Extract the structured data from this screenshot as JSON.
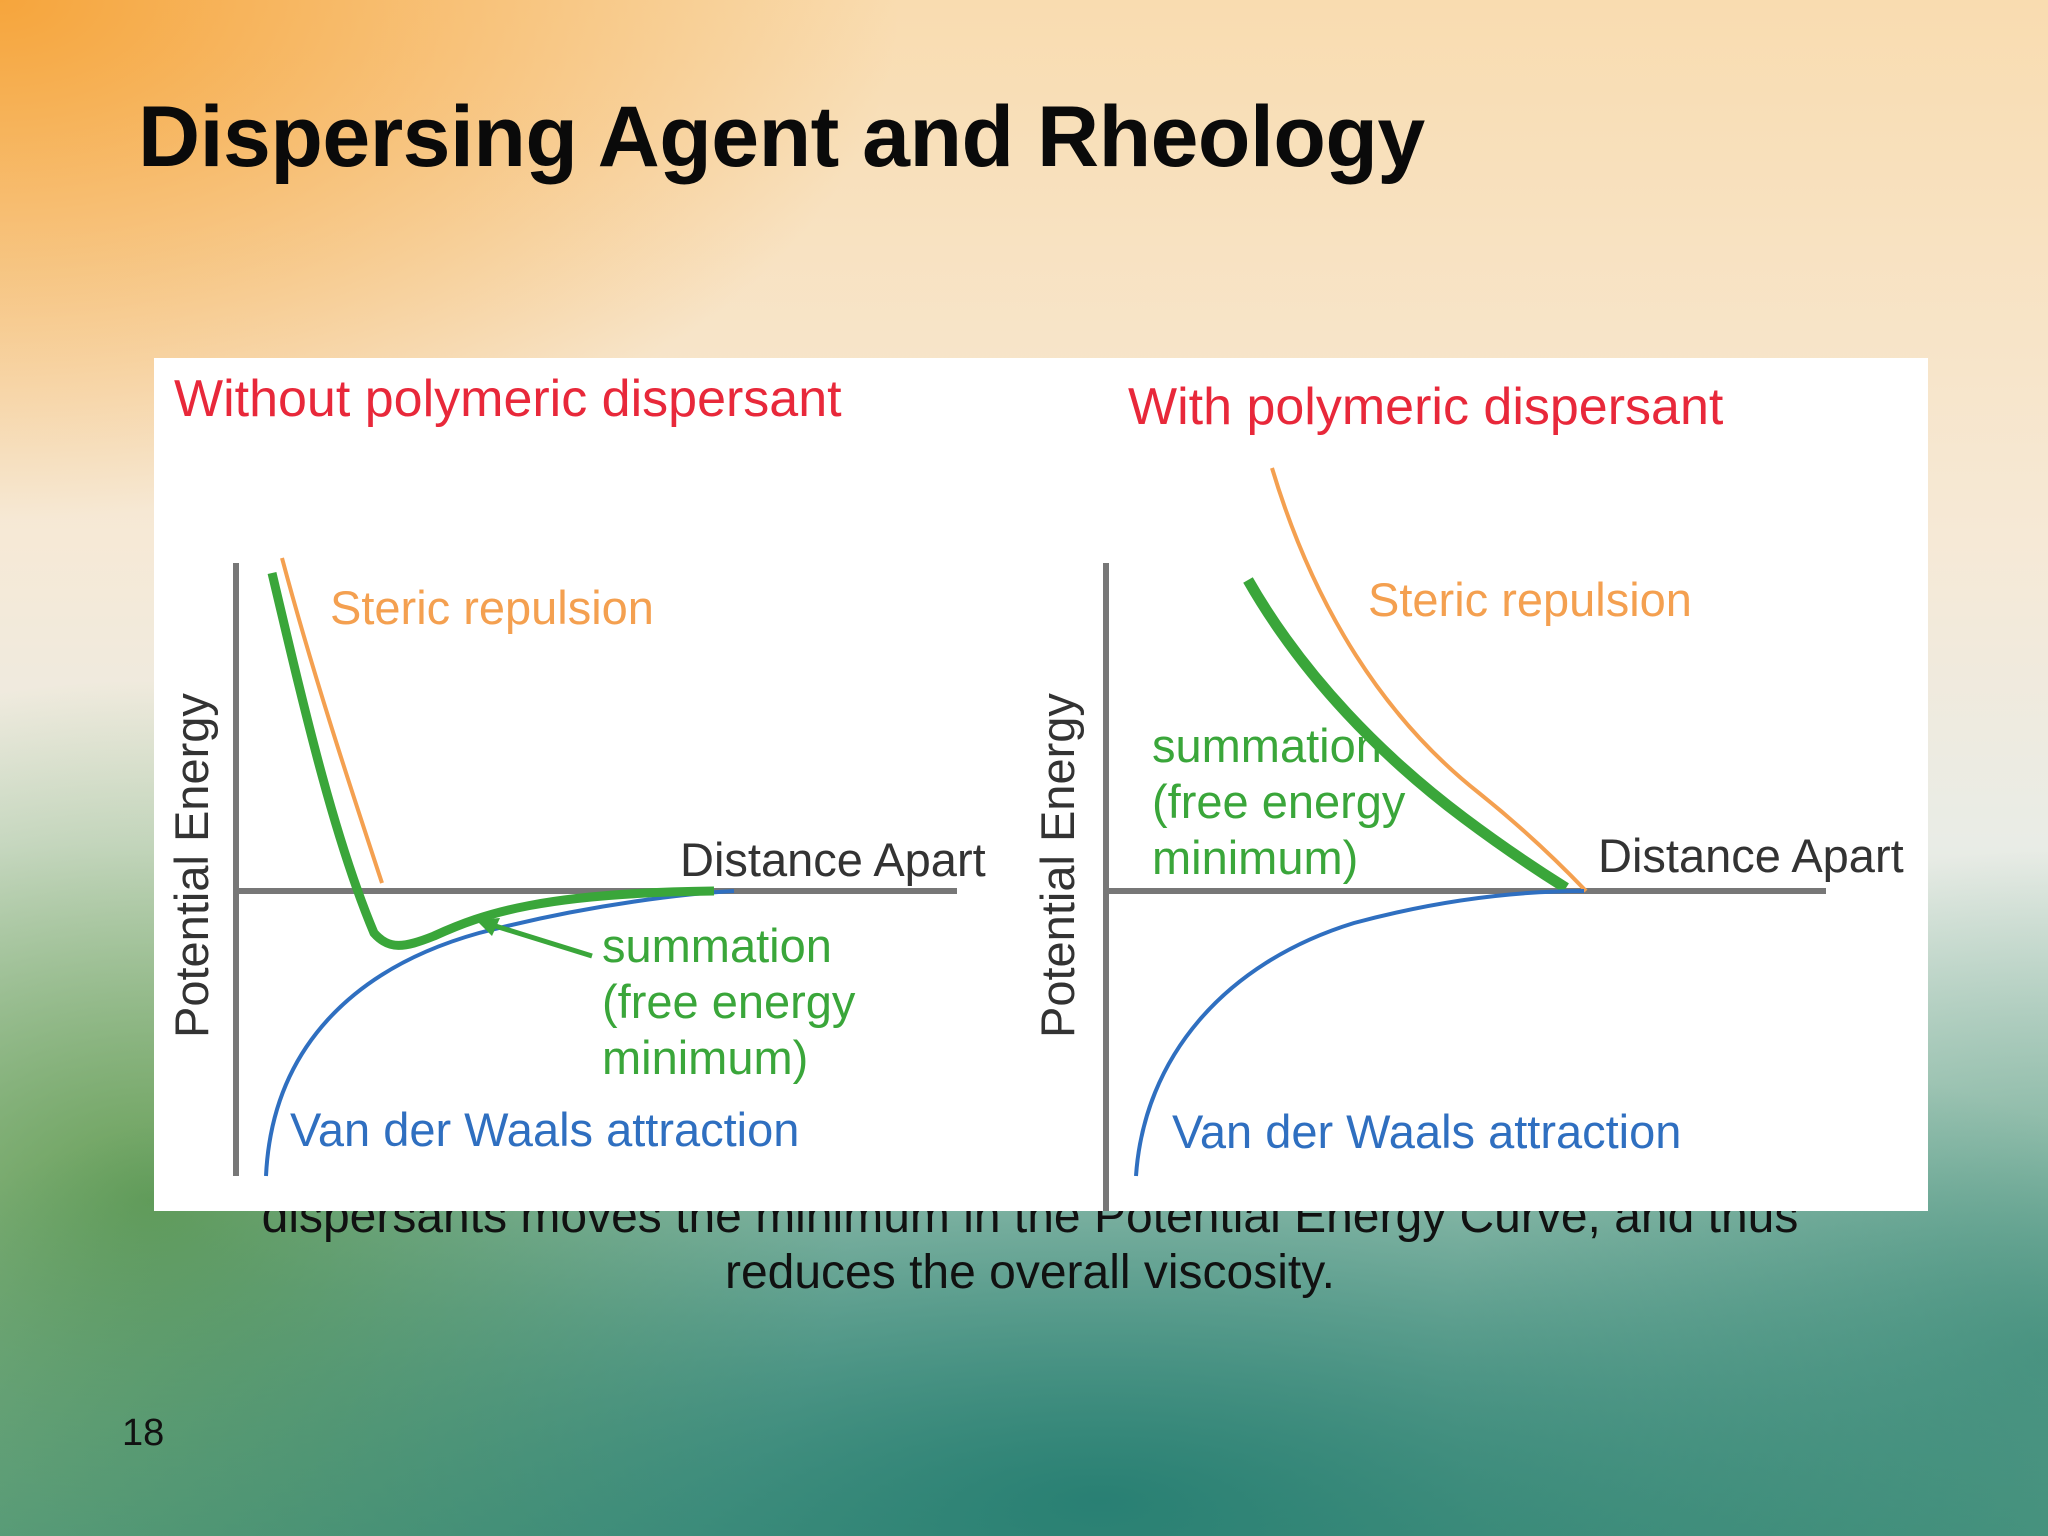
{
  "slide": {
    "title": "Dispersing Agent and Rheology",
    "caption_line1": "dispersants  moves the minimum in the Potential Energy Curve, and thus",
    "caption_line2": "reduces the overall viscosity.",
    "page_number": "18"
  },
  "diagram": {
    "left_panel": {
      "title": "Without polymeric dispersant",
      "y_axis_label": "Potential Energy",
      "x_axis_label": "Distance Apart",
      "steric_label": "Steric repulsion",
      "summation_line1": "summation",
      "summation_line2": "(free energy",
      "summation_line3": "minimum)",
      "vdw_label": "Van der Waals attraction"
    },
    "right_panel": {
      "title": "With polymeric dispersant",
      "y_axis_label": "Potential Energy",
      "x_axis_label": "Distance Apart",
      "steric_label": "Steric repulsion",
      "summation_line1": "summation",
      "summation_line2": "(free energy",
      "summation_line3": "minimum)",
      "vdw_label": "Van der Waals attraction"
    }
  },
  "colors": {
    "title_red": "#e8283a",
    "steric_orange": "#f4a050",
    "summation_green": "#3aa63a",
    "vdw_blue": "#2f6fc0",
    "axis_gray": "#777777"
  }
}
